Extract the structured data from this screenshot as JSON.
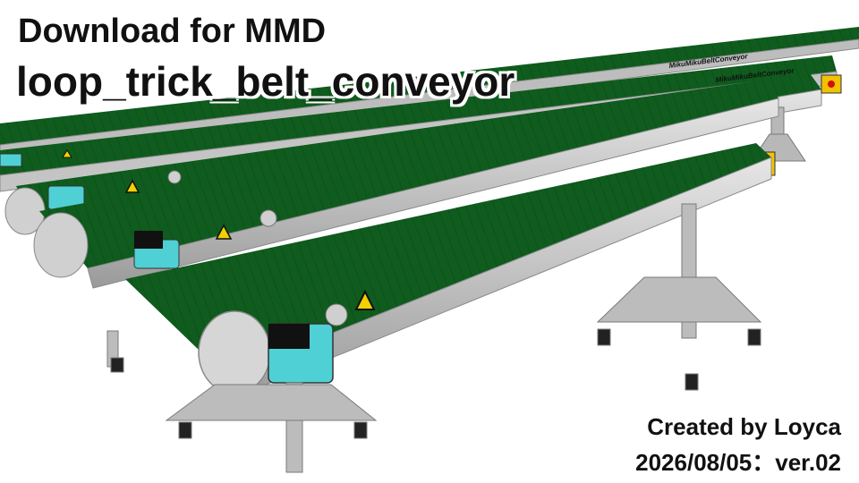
{
  "header": {
    "title_line1": "Download for MMD",
    "title_line2": "loop_trick_belt_conveyor"
  },
  "footer": {
    "credit": "Created by Loyca",
    "date_version": "2026/08/05：ver.02"
  },
  "conveyor": {
    "brand_label": "MikuMikuBeltConveyor",
    "belt_color": "#0f5c1e",
    "frame_color": "#c8c8c8",
    "motor_color": "#4fd0d4"
  }
}
